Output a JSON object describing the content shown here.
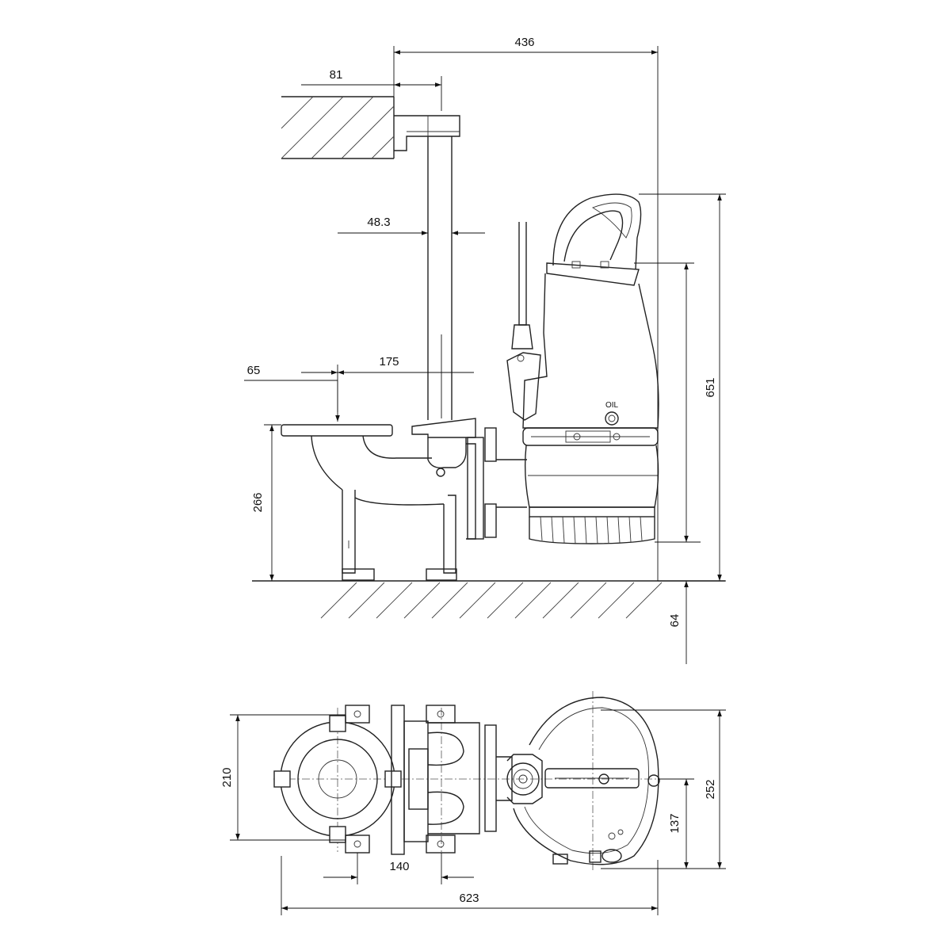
{
  "dimensions": {
    "d436": "436",
    "d81": "81",
    "d48_3": "48.3",
    "d175": "175",
    "d65": "65",
    "d266": "266",
    "d651": "651",
    "d64": "64",
    "d210": "210",
    "d140": "140",
    "d623": "623",
    "d252": "252",
    "d137": "137"
  },
  "labels": {
    "oil": "OIL"
  }
}
